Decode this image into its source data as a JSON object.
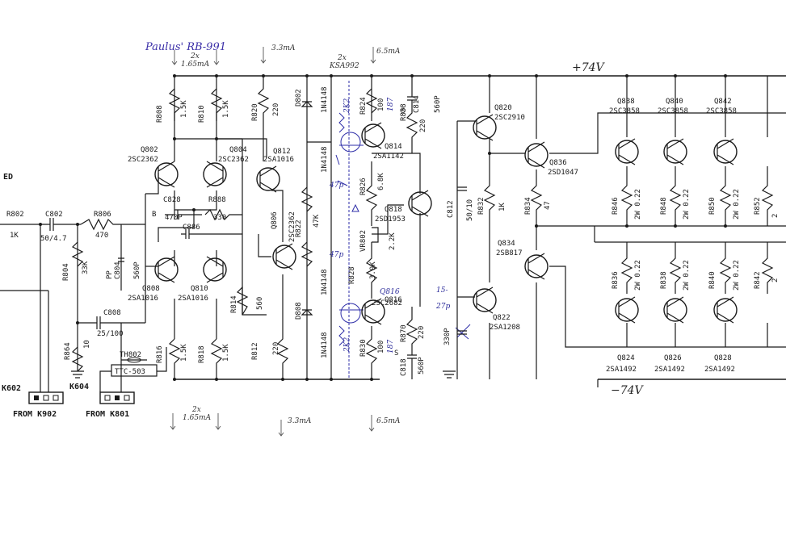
{
  "title": "Paulus' RB-991",
  "rails": {
    "pos": "+74V",
    "neg": "−74V"
  },
  "currents": {
    "top_left": "2x\n1.65mA",
    "top_mid": "3.3mA",
    "top_right": "6.5mA",
    "kpair": "2x\nKSA992",
    "bot_left": "2x\n1.65mA",
    "bot_mid": "3.3mA",
    "bot_right": "6.5mA"
  },
  "left_edge": {
    "label": "ED",
    "r_in": "R802",
    "r_in_val": "1K"
  },
  "input": {
    "c802": "C802",
    "c802_val": "50/4.7",
    "r806": "R806",
    "r806_val": "470",
    "r804": "R804",
    "r804_val": "33K",
    "c804": "C804",
    "c804_val": "560P",
    "pp": "PP",
    "c808": "C808",
    "c808_val": "25/100",
    "r864": "R864",
    "r864_val": "10"
  },
  "connectors": {
    "k602": "K602",
    "k604": "K604",
    "from_k902": "FROM K902",
    "from_k801": "FROM K801",
    "th802": "TH802",
    "ttc": "TTC-503"
  },
  "diffpair": {
    "q802": "Q802",
    "q802_type": "2SC2362",
    "q804": "Q804",
    "q804_type": "2SC2362",
    "q808": "Q808",
    "q808_type": "2SA1016",
    "q810": "Q810",
    "q810_type": "2SA1016",
    "r808": "R808",
    "r808_val": "1.5K",
    "r810": "R810",
    "r810_val": "1.5K",
    "r816": "R816",
    "r816_val": "1.5K",
    "r818": "R818",
    "r818_val": "1.5K",
    "c828": "C828",
    "c828_val": "470P",
    "r888": "R888",
    "r888_val": "330",
    "c886": "C886",
    "note_b": "B"
  },
  "vas": {
    "q812": "Q812",
    "q812_type": "2SA1016",
    "q806": "Q806",
    "q806_type": "2SC2362",
    "r820": "R820",
    "r820_val": "220",
    "r822": "R822",
    "r812": "R812",
    "r812_val": "220",
    "r814": "R814",
    "r814_val": "560",
    "d802": "D802",
    "d808": "D808",
    "d_top": "1N4148",
    "d_bot": "1N4148",
    "r_47k": "47K"
  },
  "mods": {
    "k2c_top": "2K2",
    "k2c_bot": "2K2",
    "cap47_a": "47p",
    "cap47_b": "47p",
    "cap15": "15-",
    "cap27": "27p",
    "q816_mark": "Q816"
  },
  "bias": {
    "r824": "R824",
    "r824_val": "100",
    "r824_new": "187",
    "r826": "R826",
    "r826_val": "6.8K",
    "r828": "R828",
    "r828_val": "3.9K",
    "r830": "R830",
    "r830_val": "100",
    "r830_new": "187",
    "vr802": "VR802",
    "vr_val": "2.2K",
    "q814": "Q814",
    "q814_type": "2SA1142",
    "q818": "Q818",
    "q818_type": "2SD1953",
    "q816": "Q816",
    "q816_type": "2SC2682",
    "c812": "C812",
    "c812_val": "50/10",
    "c814": "C814",
    "c814_val": "560P",
    "r858": "R858",
    "r858_val": "220",
    "r870": "R870",
    "r870_val": "220",
    "c818": "C818",
    "c818_val": "560P",
    "c820_val": "330P",
    "s_top": "S",
    "s_bot": "S"
  },
  "drivers": {
    "q820": "Q820",
    "q820_type": "2SC2910",
    "q822": "Q822",
    "q822_type": "2SA1208",
    "q836": "Q836",
    "q836_type": "2SD1047",
    "q834": "Q834",
    "q834_type": "2SB817",
    "r832": "R832",
    "r832_val": "1K",
    "r834": "R834",
    "r834_val": "47"
  },
  "outputs": {
    "top": [
      {
        "ref": "Q838",
        "type": "2SC3858",
        "r": "R846",
        "rv": "2W 0.22"
      },
      {
        "ref": "Q840",
        "type": "2SC3858",
        "r": "R848",
        "rv": "2W 0.22"
      },
      {
        "ref": "Q842",
        "type": "2SC3858",
        "r": "R850",
        "rv": "2W 0.22"
      }
    ],
    "bot": [
      {
        "ref": "Q824",
        "type": "2SA1492",
        "r": "R836",
        "rv": "2W 0.22"
      },
      {
        "ref": "Q826",
        "type": "2SA1492",
        "r": "R838",
        "rv": "2W 0.22"
      },
      {
        "ref": "Q828",
        "type": "2SA1492",
        "r": "R840",
        "rv": "2W 0.22"
      }
    ],
    "r852": "R852",
    "r842": "R842",
    "extra_top": "2",
    "extra_bot": "2"
  }
}
